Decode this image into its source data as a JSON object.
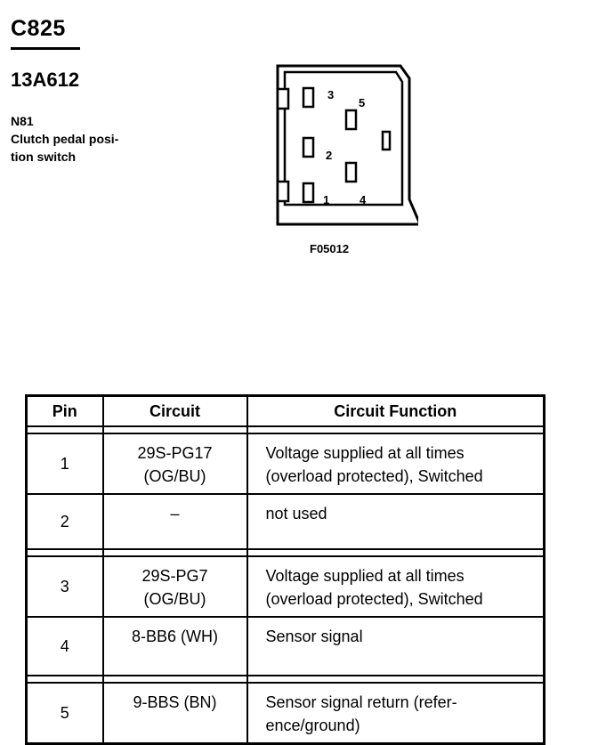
{
  "header": {
    "connector_id": "C825",
    "part_number": "13A612",
    "description_lines": [
      "N81",
      "Clutch pedal posi-",
      "tion switch"
    ]
  },
  "figure": {
    "id": "F05012",
    "pin_labels": [
      "1",
      "2",
      "3",
      "4",
      "5"
    ]
  },
  "table": {
    "headers": [
      "Pin",
      "Circuit",
      "Circuit Function"
    ],
    "rows": [
      {
        "pin": "1",
        "circuit": [
          "29S-PG17",
          "(OG/BU)"
        ],
        "function": [
          "Voltage supplied at all times",
          "(overload protected), Switched"
        ]
      },
      {
        "pin": "2",
        "circuit": [
          "–"
        ],
        "function": [
          "not used"
        ]
      },
      {
        "pin": "3",
        "circuit": [
          "29S-PG7",
          "(OG/BU)"
        ],
        "function": [
          "Voltage supplied at all times",
          "(overload protected), Switched"
        ]
      },
      {
        "pin": "4",
        "circuit": [
          "8-BB6 (WH)"
        ],
        "function": [
          "Sensor signal"
        ]
      },
      {
        "pin": "5",
        "circuit": [
          "9-BBS (BN)"
        ],
        "function": [
          "Sensor signal return (refer-",
          "ence/ground)"
        ]
      }
    ]
  }
}
